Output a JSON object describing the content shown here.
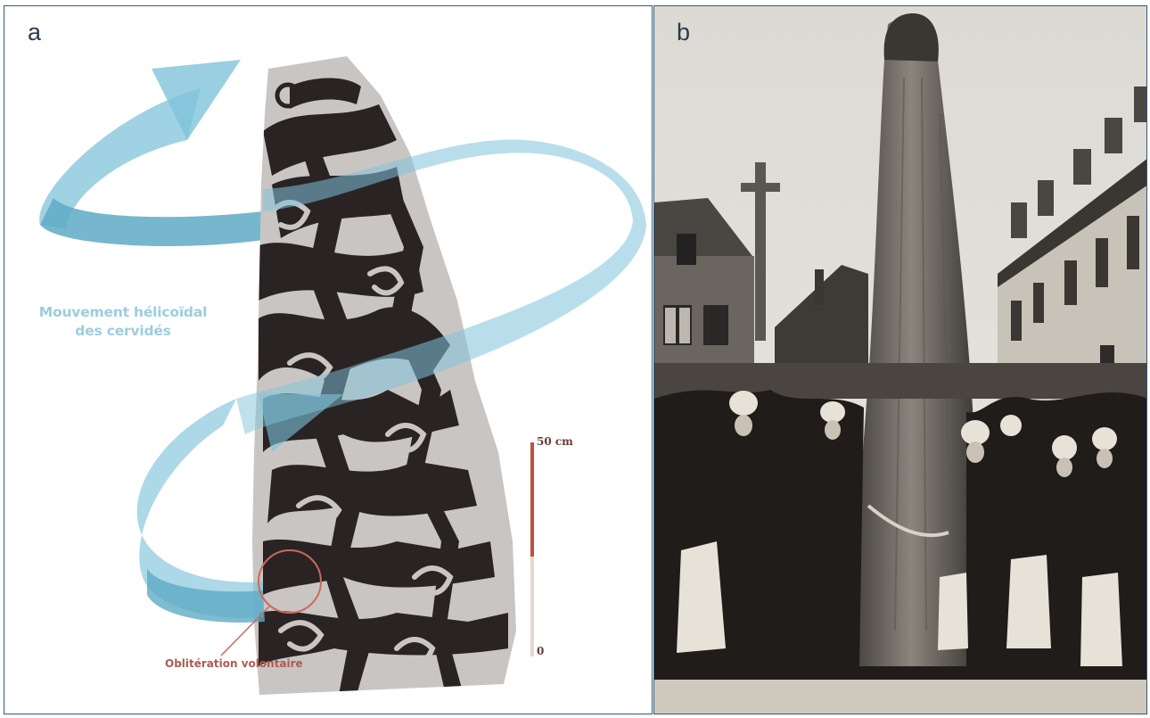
{
  "panels": {
    "a": {
      "label": "a",
      "caption_motion": "Mouvement hélicoïdal des cervidés",
      "caption_obliteration": "Oblitération volontaire",
      "scale": {
        "top_label": "50 cm",
        "bottom_label": "0"
      }
    },
    "b": {
      "label": "b"
    }
  },
  "colors": {
    "frame": "#2f5b7c",
    "arrow": "#7fc3da",
    "stone_light": "#c9c5c3",
    "stone_dark": "#2a2324",
    "annotation_red": "#c96a5c",
    "caption_blue": "#9ccde0"
  }
}
